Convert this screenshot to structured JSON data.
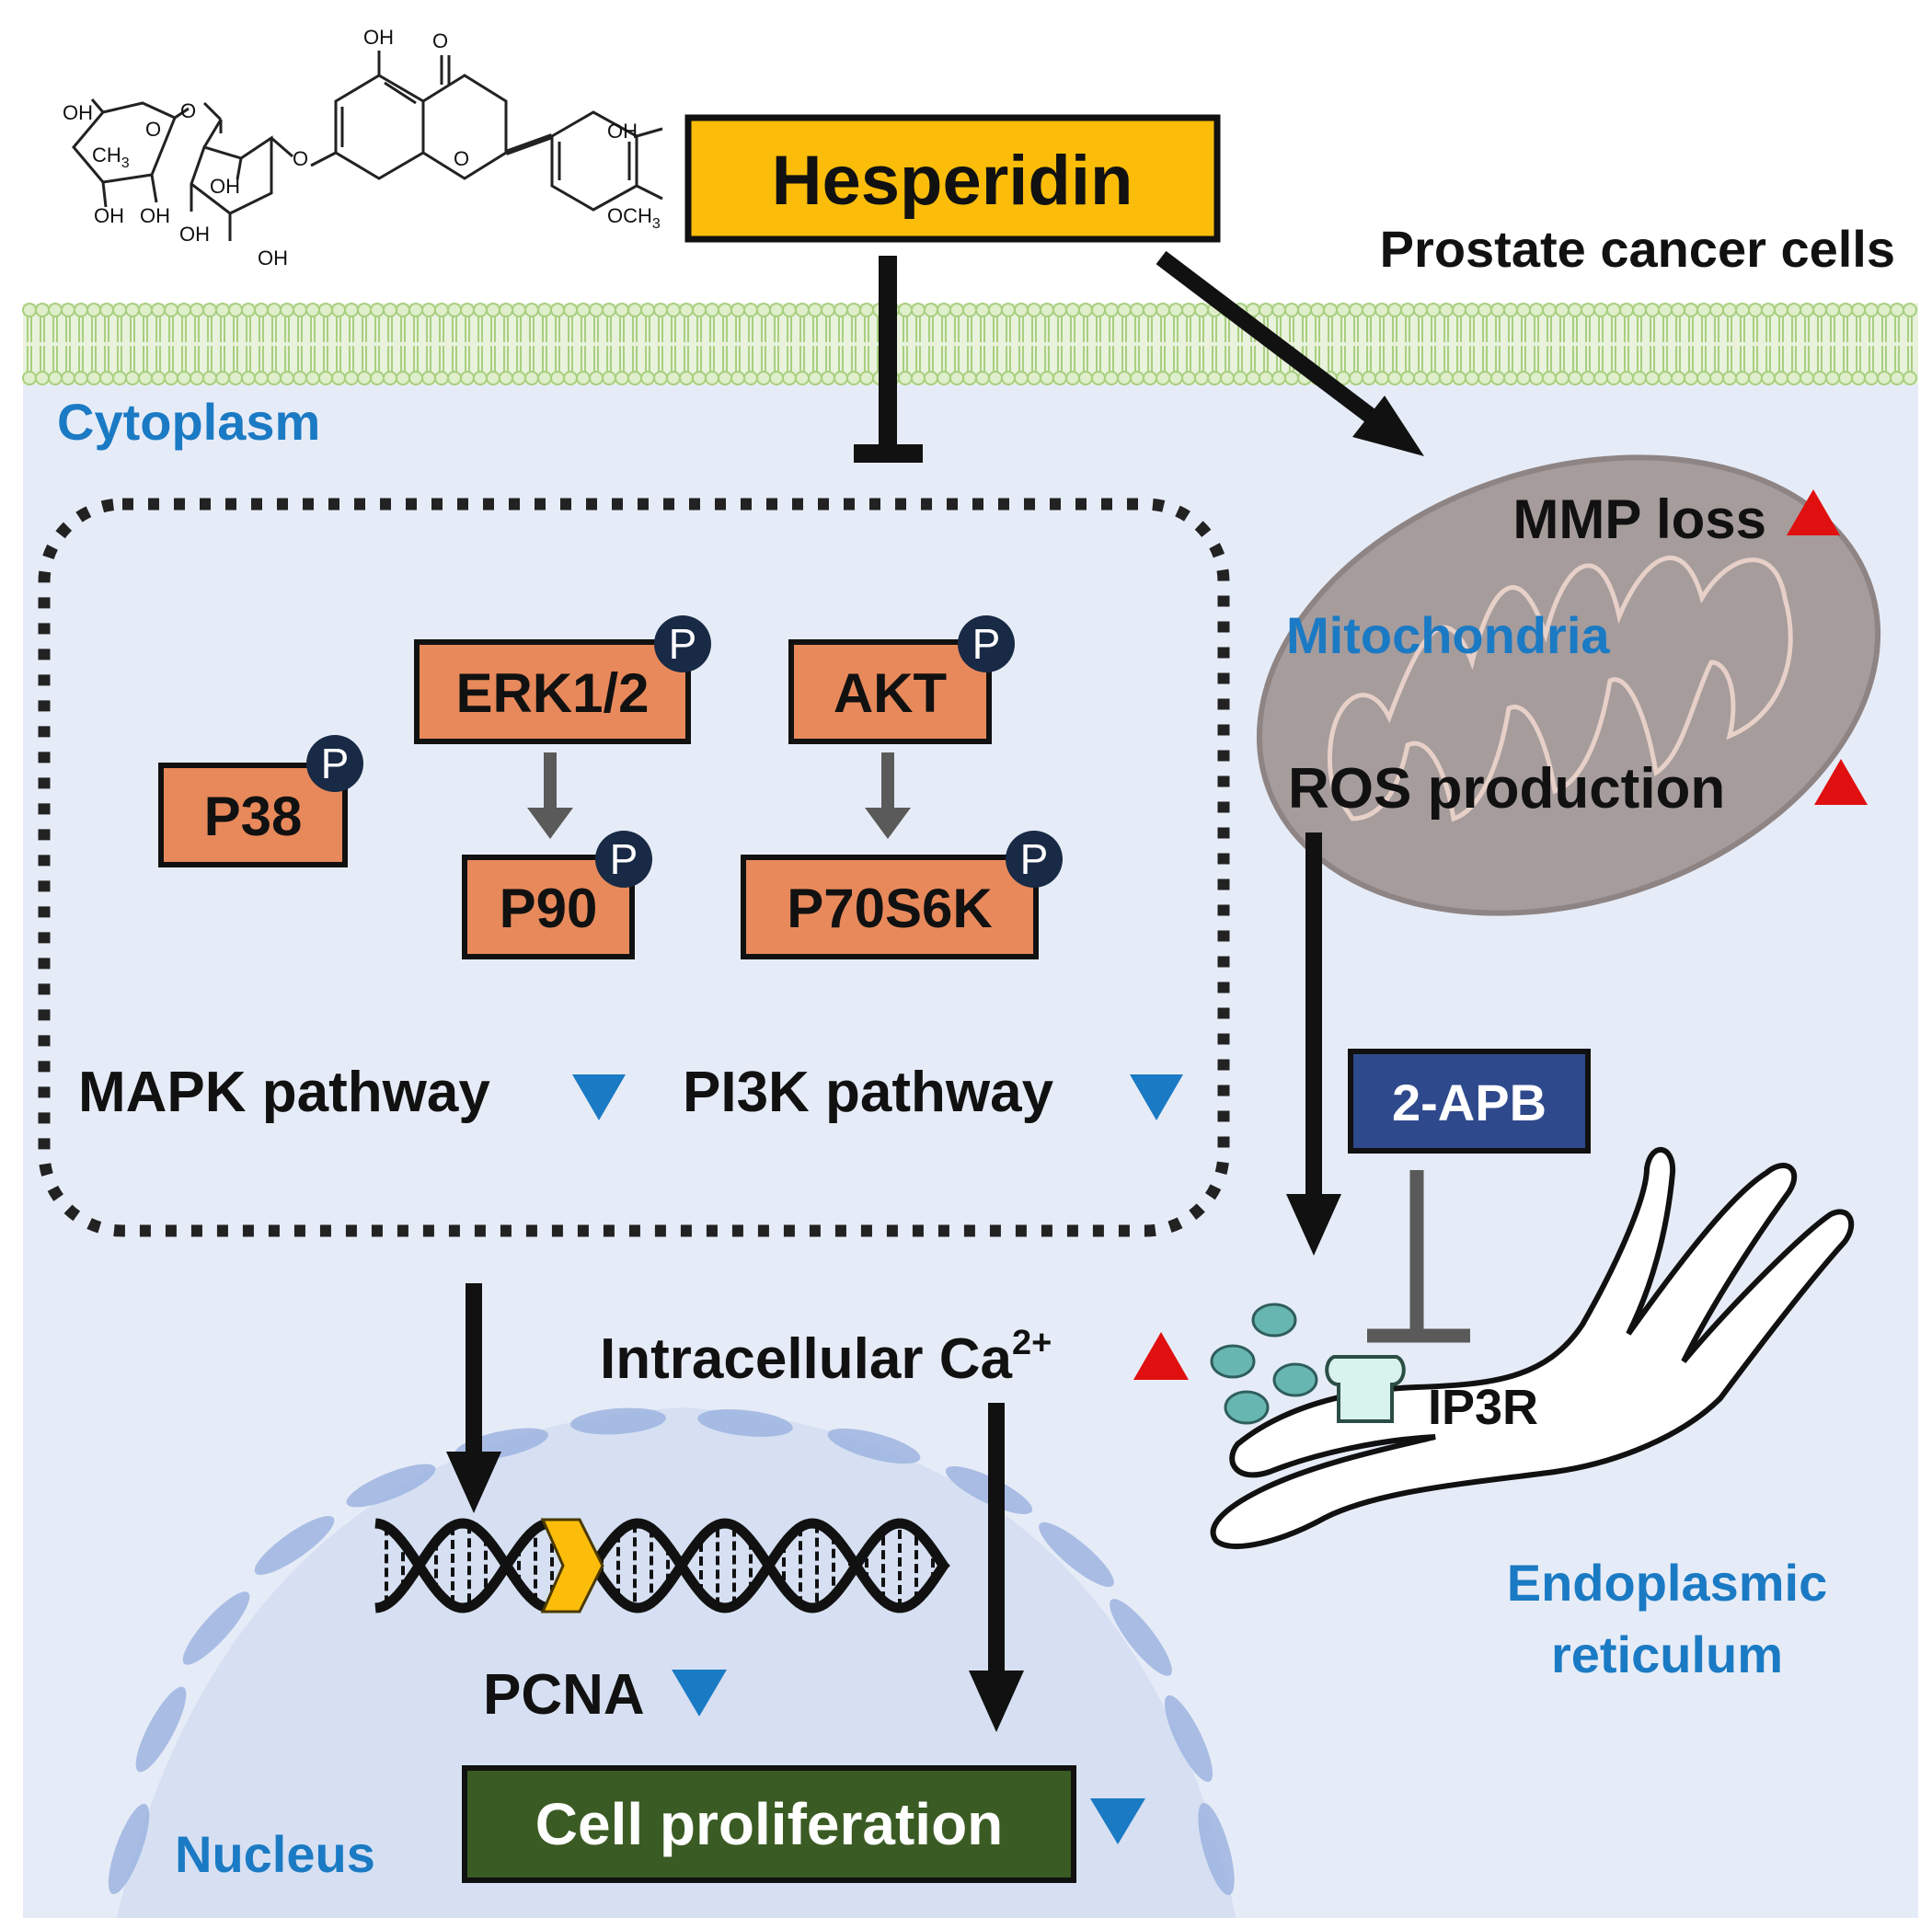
{
  "labels": {
    "drug": "Hesperidin",
    "cell_type": "Prostate cancer cells",
    "cytoplasm": "Cytoplasm",
    "mitochondria": "Mitochondria",
    "mmp": "MMP loss",
    "ros": "ROS production",
    "mapk": "MAPK pathway",
    "pi3k": "PI3K pathway",
    "calcium": "Intracellular Ca",
    "calcium_sup": "2+",
    "inhibitor": "2-APB",
    "receptor": "IP3R",
    "er_line1": "Endoplasmic",
    "er_line2": "reticulum",
    "pcna": "PCNA",
    "nucleus": "Nucleus",
    "outcome": "Cell proliferation",
    "phospho": "P"
  },
  "proteins": {
    "p38": "P38",
    "erk": "ERK1/2",
    "p90": "P90",
    "akt": "AKT",
    "p70": "P70S6K"
  },
  "structure": {
    "atoms": {
      "oh": "OH",
      "o": "O",
      "ch3": "CH",
      "ch3_sub": "3",
      "och3": "OCH",
      "och3_sub": "3"
    }
  },
  "colors": {
    "drug_box": "#fbbd0a",
    "protein_box": "#e8895b",
    "inhibitor_box": "#2f4a8c",
    "outcome_box": "#3a5b23",
    "increase": "#e01010",
    "decrease": "#1b7ac4",
    "label_blue": "#1b7ac4",
    "cytoplasm_bg": "#e6ecf7",
    "nucleus_bg": "#d6e0f2",
    "membrane": "#a8cf7f"
  }
}
